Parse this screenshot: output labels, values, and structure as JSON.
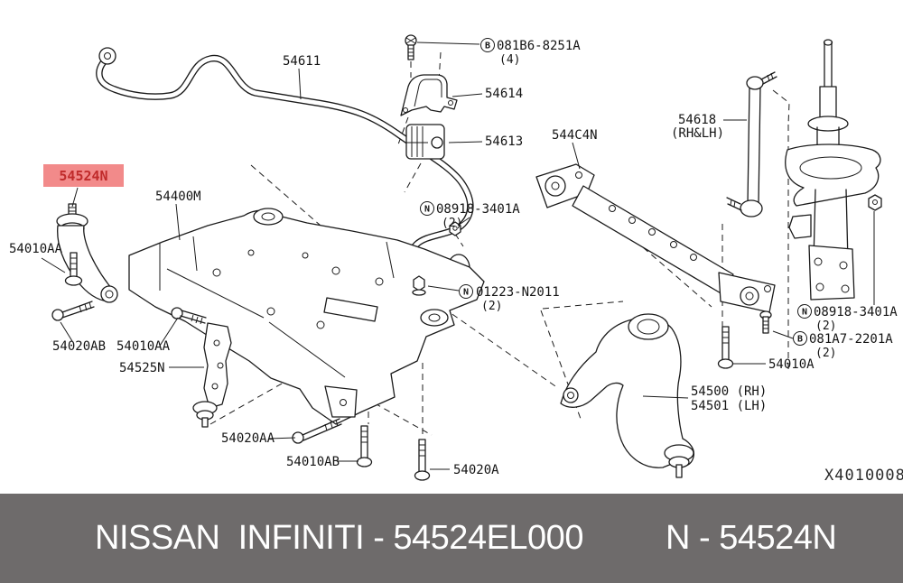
{
  "diagram": {
    "watermark": "X4010008",
    "highlighted_part": "54524N",
    "labels": {
      "s54611": "54611",
      "b_top": "081B6-8251A",
      "qty4": "(4)",
      "s54614": "54614",
      "s54613": "54613",
      "s544c4n": "544C4N",
      "s54618": "54618",
      "s54618_sub": "(RH&LH)",
      "chip54524n": "54524N",
      "s54400m": "54400M",
      "n08918": "08918-3401A",
      "qty2": "(2)",
      "n01223": "01223-N2011",
      "s54010aa": "54010AA",
      "s54020ab": "54020AB",
      "s54525n": "54525N",
      "b_right": "081A7-2201A",
      "s54010a": "54010A",
      "s54500": "54500 (RH)",
      "s54501": "54501 (LH)",
      "s54020aa": "54020AA",
      "s54010ab": "54010AB",
      "s54020a": "54020A",
      "circ_b": "B",
      "circ_n": "N"
    }
  },
  "footer": {
    "left_text": "NISSAN  INFINITI - 54524EL000",
    "right_text": "N - 54524N"
  },
  "colors": {
    "highlight_bg": "#f28a8a",
    "highlight_text": "#c02b2b",
    "footer_bg": "#6e6b6b",
    "footer_text": "#ffffff",
    "line_art": "#1b1b1b"
  }
}
